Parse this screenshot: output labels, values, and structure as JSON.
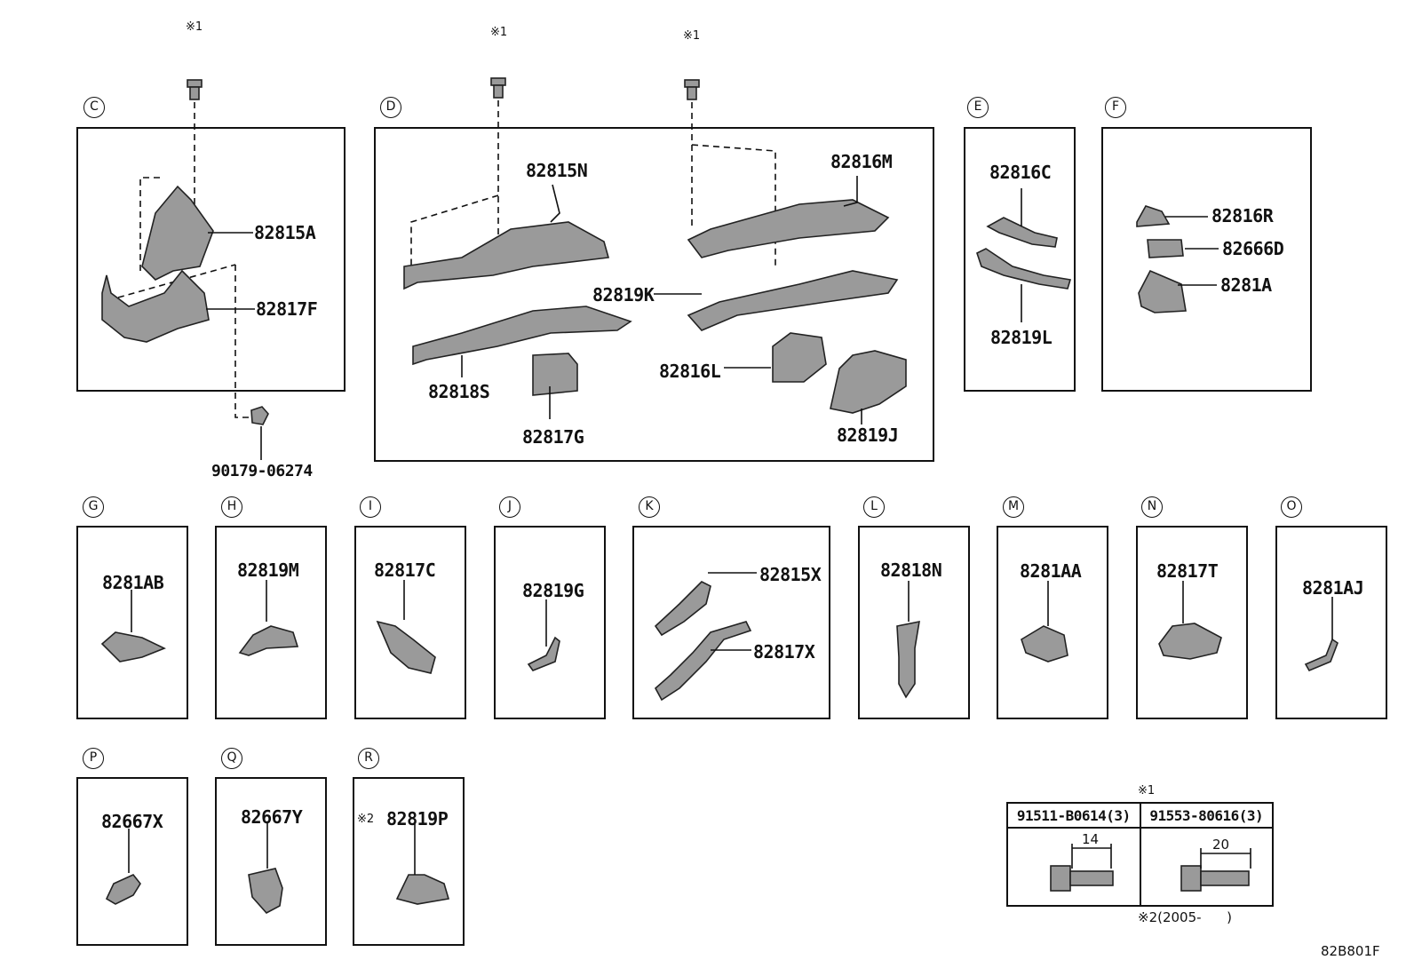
{
  "ref_marks": {
    "top_c": "※1",
    "top_d1": "※1",
    "top_d2": "※1",
    "table": "※1",
    "r_note": "※2"
  },
  "groups": {
    "C": "C",
    "D": "D",
    "E": "E",
    "F": "F",
    "G": "G",
    "H": "H",
    "I": "I",
    "J": "J",
    "K": "K",
    "L": "L",
    "M": "M",
    "N": "N",
    "O": "O",
    "P": "P",
    "Q": "Q",
    "R": "R"
  },
  "parts": {
    "p82815A": "82815A",
    "p82817F": "82817F",
    "p90179": "90179-06274",
    "p82815N": "82815N",
    "p82816M": "82816M",
    "p82819K": "82819K",
    "p82818S": "82818S",
    "p82817G": "82817G",
    "p82816L": "82816L",
    "p82819J": "82819J",
    "p82816C": "82816C",
    "p82819L": "82819L",
    "p82816R": "82816R",
    "p82666D": "82666D",
    "p8281A": "8281A",
    "p8281AB": "8281AB",
    "p82819M": "82819M",
    "p82817C": "82817C",
    "p82819G": "82819G",
    "p82815X": "82815X",
    "p82817X": "82817X",
    "p82818N": "82818N",
    "p8281AA": "8281AA",
    "p82817T": "82817T",
    "p8281AJ": "8281AJ",
    "p82667X": "82667X",
    "p82667Y": "82667Y",
    "p82819P": "82819P"
  },
  "fastener_table": {
    "col1_part": "91511-B0614(3)",
    "col1_len": "14",
    "col2_part": "91553-80616(3)",
    "col2_len": "20"
  },
  "footnote": "※2(2005-      )",
  "diagram_code": "82B801F"
}
